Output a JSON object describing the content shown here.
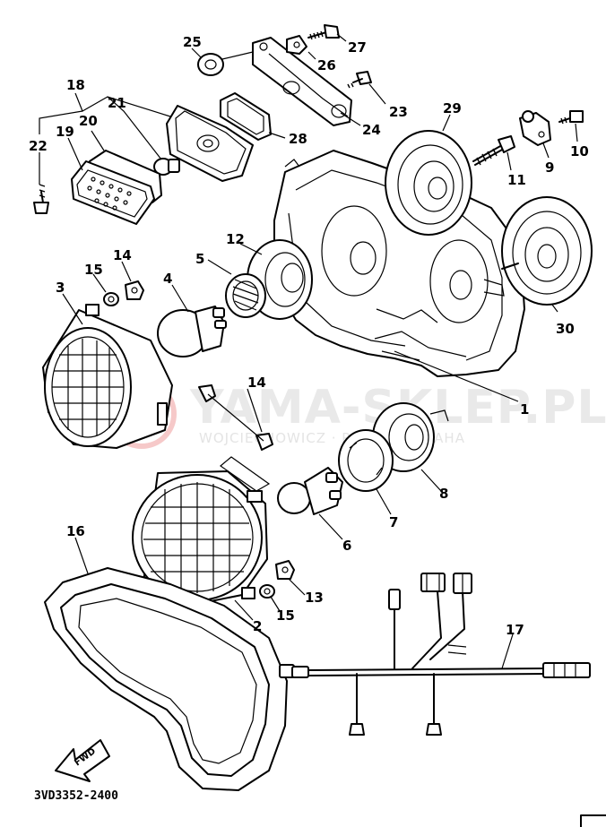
{
  "watermark": {
    "main": "YAMA-SKLEP.PL",
    "sub": "WOJCIECHOWICZ  ·  PARTS  ·  YAMAHA",
    "color": "#e9e9e9"
  },
  "diagram_code": "3VD3352-2400",
  "fwd_label": "FWD",
  "callouts": {
    "c1": "1",
    "c2": "2",
    "c3": "3",
    "c4": "4",
    "c5": "5",
    "c6": "6",
    "c7": "7",
    "c8": "8",
    "c9": "9",
    "c10": "10",
    "c11": "11",
    "c12": "12",
    "c13": "13",
    "c14a": "14",
    "c14b": "14",
    "c15a": "15",
    "c15b": "15",
    "c16": "16",
    "c17": "17",
    "c18": "18",
    "c19": "19",
    "c20": "20",
    "c21": "21",
    "c22": "22",
    "c23": "23",
    "c24": "24",
    "c25": "25",
    "c26": "26",
    "c27": "27",
    "c28": "28",
    "c29": "29",
    "c30": "30"
  }
}
